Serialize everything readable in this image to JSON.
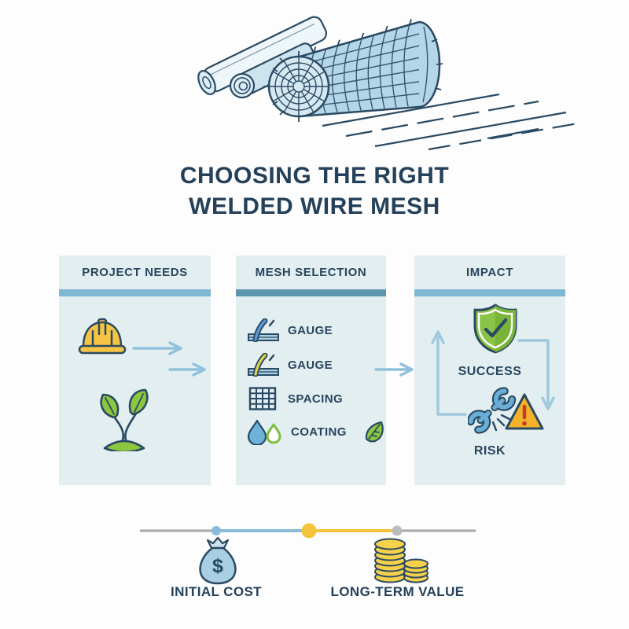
{
  "title": {
    "line1": "CHOOSING THE RIGHT",
    "line2": "WELDED WIRE MESH"
  },
  "hero": {
    "icon": "wire-mesh-rolls-illustration"
  },
  "columns": [
    {
      "header": "PROJECT NEEDS",
      "accent": "#7db7d2",
      "icons": [
        "hard-hat-icon",
        "seedling-icon"
      ]
    },
    {
      "header": "MESH SELECTION",
      "accent": "#5d96ad",
      "items": [
        {
          "label": "GAUGE",
          "icon": "wire-gauge-blue-icon"
        },
        {
          "label": "GAUGE",
          "icon": "wire-gauge-yellow-icon"
        },
        {
          "label": "SPACING",
          "icon": "mesh-grid-icon"
        },
        {
          "label": "COATING",
          "icon": "droplets-icon",
          "extra_icon": "leaf-icon"
        }
      ]
    },
    {
      "header": "IMPACT",
      "accent": "#7db7d2",
      "outcomes": [
        {
          "label": "SUCCESS",
          "icon": "shield-check-icon"
        },
        {
          "label": "RISK",
          "icon": "wrench-warning-icon"
        }
      ]
    }
  ],
  "timeline": {
    "left_label": "INITIAL COST",
    "right_label": "LONG-TERM VALUE",
    "money_bag_symbol": "$",
    "colors": {
      "base": "#a7a7a7",
      "cost_segment": "#8bbdd9",
      "value_segment": "#f5c33b",
      "cost_dot": "#85bdd9",
      "mid_dot": "#f6c33c",
      "value_dot": "#b9bdc0"
    }
  },
  "colors": {
    "title_navy": "#25415a",
    "outline_navy": "#2a4a63",
    "column_bg": "#e3eef1",
    "arrow_blue": "#8fc0dc",
    "hat_yellow": "#f6c445",
    "leaf_green": "#8dc63f",
    "shield_green": "#86bf41",
    "wrench_blue": "#6aaed6",
    "warning_orange": "#f3b229",
    "warning_red": "#c43c2c",
    "coin_yellow": "#f7d14a",
    "money_bag_blue": "#a9cfe3"
  }
}
